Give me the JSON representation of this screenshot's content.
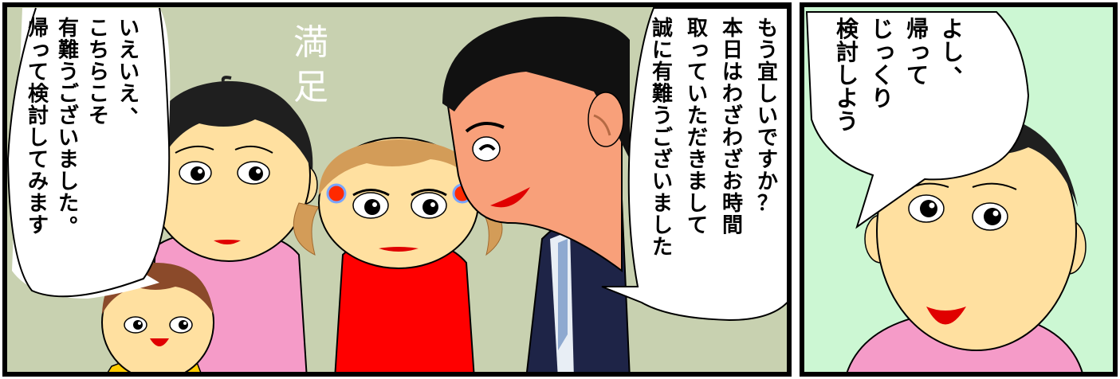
{
  "panel_left": {
    "speech_parent": [
      "いえいえ、",
      "こちらこそ",
      "有難うございました。",
      "帰って検討してみます"
    ],
    "speech_salesman": [
      "もう宜しいですか？",
      "本日はわざわざお時間",
      "取っていただきまして",
      "誠に有難うございました"
    ],
    "handwritten_note": "満足",
    "colors": {
      "background": "#c8d1b0",
      "skin": "#ffe0a0",
      "salesman_skin": "#f8a07a",
      "hair_dark": "#1a1a1a",
      "hair_girl": "#d39c58",
      "shirt_pink": "#f59bc8",
      "shirt_red": "#ff0000",
      "shirt_yellow": "#ffcc00",
      "suit_navy": "#1e2447"
    }
  },
  "panel_right": {
    "speech_man": [
      "よし、",
      "帰って",
      "じっくり",
      "検討しよう"
    ],
    "colors": {
      "background": "#ccf7d3",
      "skin": "#ffe0a0",
      "shirt_pink": "#f59bc8"
    }
  }
}
